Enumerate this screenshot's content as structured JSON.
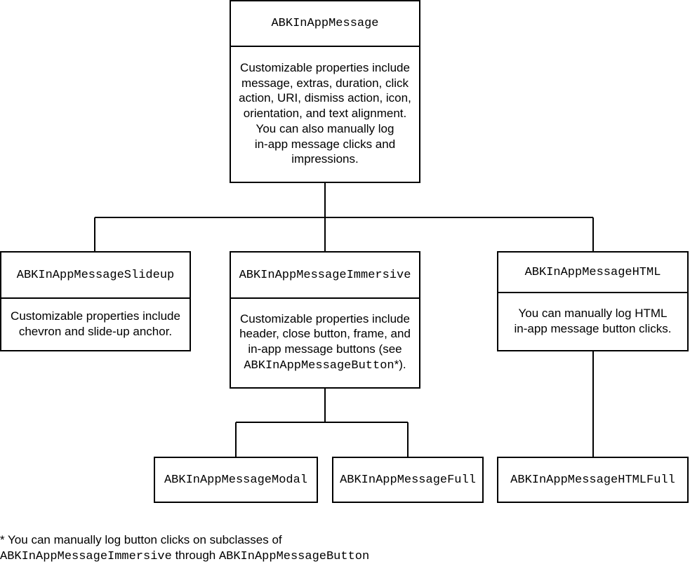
{
  "root": {
    "title": "ABKInAppMessage",
    "lines": [
      "Customizable properties include",
      "message, extras, duration, click",
      "action, URI, dismiss action, icon,",
      "orientation, and text alignment.",
      "You can also manually log",
      "in-app message clicks and",
      "impressions."
    ]
  },
  "slideup": {
    "title": "ABKInAppMessageSlideup",
    "lines": [
      "Customizable properties include",
      "chevron and slide-up anchor."
    ]
  },
  "immersive": {
    "title": "ABKInAppMessageImmersive",
    "lines": [
      "Customizable properties include",
      "header, close button, frame, and",
      "in-app message buttons (see"
    ],
    "last_code": "ABKInAppMessageButton",
    "last_suffix": "*)."
  },
  "html": {
    "title": "ABKInAppMessageHTML",
    "lines": [
      "You can manually log HTML",
      "in-app message button clicks."
    ]
  },
  "modal": {
    "title": "ABKInAppMessageModal"
  },
  "full": {
    "title": "ABKInAppMessageFull"
  },
  "htmlfull": {
    "title": "ABKInAppMessageHTMLFull"
  },
  "footnote": {
    "line1": "* You can manually log button clicks on subclasses of",
    "code1": "ABKInAppMessageImmersive",
    "mid": " through ",
    "code2": "ABKInAppMessageButton"
  }
}
